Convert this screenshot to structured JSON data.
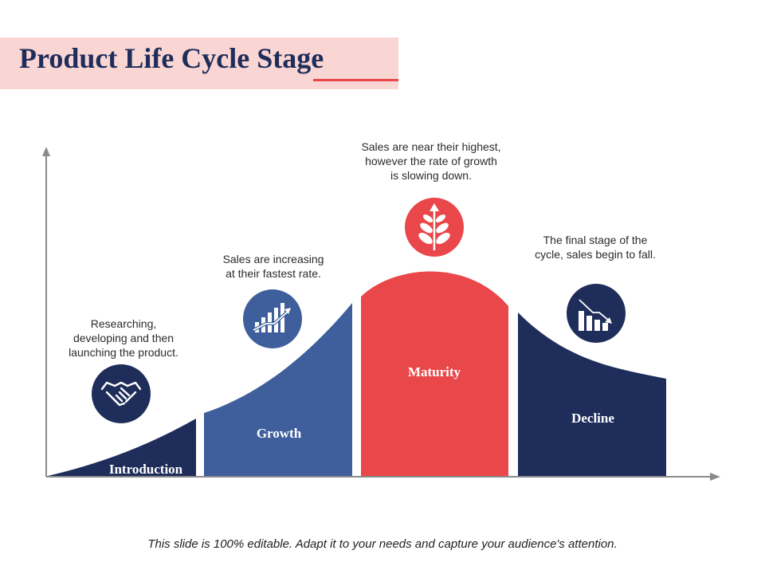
{
  "title": "Product Life Cycle Stage",
  "stages": [
    {
      "label": "Introduction",
      "description": "Researching,\ndeveloping and then\nlaunching the product.",
      "icon": "handshake-icon"
    },
    {
      "label": "Growth",
      "description": "Sales are increasing\nat their fastest rate.",
      "icon": "rising-bar-chart-icon"
    },
    {
      "label": "Maturity",
      "description": "Sales are near their highest,\nhowever the rate of growth\nis slowing down.",
      "icon": "plant-arrow-icon"
    },
    {
      "label": "Decline",
      "description": "The final stage of the\ncycle, sales begin to fall.",
      "icon": "declining-bar-chart-icon"
    }
  ],
  "footer": "This slide is 100% editable. Adapt it to your needs and capture your audience's attention.",
  "colors": {
    "navy": "#1f2d5a",
    "blue": "#3e5f9b",
    "red": "#e9474a",
    "title_band": "#f9d5d3",
    "axis": "#8a8a8a"
  }
}
